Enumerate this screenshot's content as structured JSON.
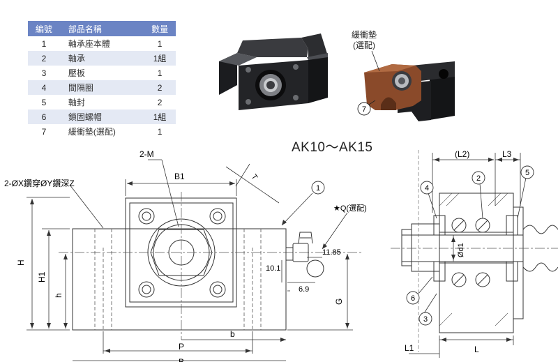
{
  "table": {
    "headers": [
      "編號",
      "部品名稱",
      "數量"
    ],
    "rows": [
      {
        "no": "1",
        "name": "軸承座本體",
        "qty": "1"
      },
      {
        "no": "2",
        "name": "軸承",
        "qty": "1組"
      },
      {
        "no": "3",
        "name": "壓板",
        "qty": "1"
      },
      {
        "no": "4",
        "name": "間隔圈",
        "qty": "2"
      },
      {
        "no": "5",
        "name": "軸封",
        "qty": "2"
      },
      {
        "no": "6",
        "name": "鎖固螺帽",
        "qty": "1組"
      },
      {
        "no": "7",
        "name": "緩衝墊(選配)",
        "qty": "1"
      }
    ]
  },
  "product_title": "AK10～AK15",
  "photo_callout": {
    "line1": "緩衝墊",
    "line2": "(選配)",
    "balloon": "7"
  },
  "front_view": {
    "hole_note": "2-ØX鑽穿ØY鑽深Z",
    "tap_note": "2-M",
    "dim_b1": "B1",
    "dim_t": "T",
    "dim_h": "H",
    "dim_h1": "H1",
    "dim_h_small": "h",
    "dim_b": "b",
    "dim_p": "P",
    "dim_B": "B",
    "balloon_1": "1",
    "grease_note": "★Q(選配)",
    "dim_11_85": "11.85",
    "dim_10_1": "10.1",
    "dim_6_9": "6.9",
    "dim_g": "G"
  },
  "section_view": {
    "dim_l2": "(L2)",
    "dim_l3": "L3",
    "dim_d1": "Ød1",
    "dim_l1": "L1",
    "dim_l": "L",
    "balloons": [
      "2",
      "3",
      "4",
      "5",
      "6"
    ]
  },
  "colors": {
    "table_header": "#6b84c4",
    "table_alt_row": "#e4e9f4",
    "housing": "#2a2b2e",
    "damper": "#8a4a2a"
  }
}
